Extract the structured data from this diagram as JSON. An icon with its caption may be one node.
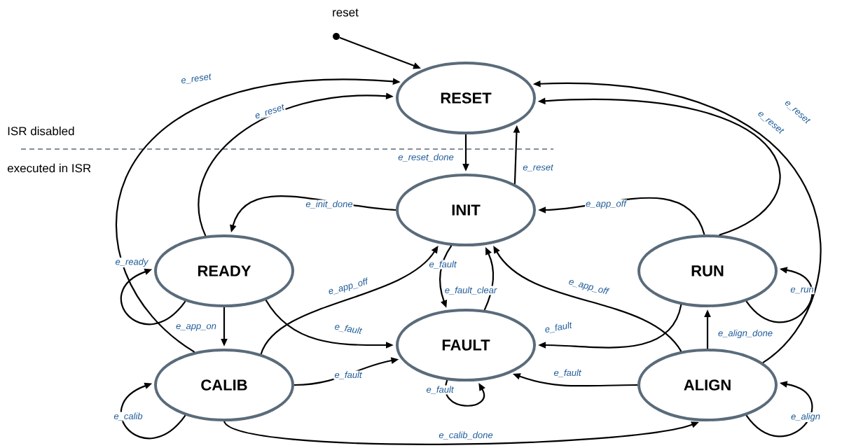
{
  "diagram": {
    "nodes": [
      {
        "text": [],
        "shape": "circle",
        "beside": [
          "reset"
        ]
      },
      {
        "text": [
          "RESET"
        ]
      },
      {
        "text": [
          "INIT"
        ]
      },
      {
        "text": [
          "READY"
        ]
      },
      {
        "text": [
          "RUN"
        ]
      },
      {
        "text": [
          "FAULT"
        ]
      },
      {
        "text": [
          "CALIB"
        ]
      },
      {
        "text": [
          "ALIGN"
        ]
      }
    ],
    "edges": [
      {
        "from": 0,
        "to": 1,
        "arrow": "to"
      },
      {
        "from": 6,
        "to": 1,
        "arrow": "to",
        "label": "e_reset"
      },
      {
        "from": 3,
        "to": 1,
        "arrow": "to",
        "label": "e_reset"
      },
      {
        "from": 1,
        "to": 2,
        "arrow": "to",
        "label": "e_reset_done"
      },
      {
        "from": 2,
        "to": 1,
        "arrow": "to",
        "label": "e_reset"
      },
      {
        "from": 4,
        "to": 1,
        "arrow": "to",
        "label": "e_reset"
      },
      {
        "from": 7,
        "to": 1,
        "arrow": "to",
        "label": "e_reset"
      },
      {
        "from": 2,
        "to": 3,
        "arrow": "to",
        "label": "e_init_done"
      },
      {
        "from": 4,
        "to": 2,
        "arrow": "to",
        "label": "e_app_off"
      },
      {
        "from": 3,
        "to": 3,
        "arrow": "to",
        "label": "e_ready"
      },
      {
        "from": 3,
        "to": 6,
        "arrow": "to",
        "label": "e_app_on"
      },
      {
        "from": 3,
        "to": 5,
        "arrow": "to",
        "label": "e_fault"
      },
      {
        "from": 6,
        "to": 2,
        "arrow": "to",
        "label": "e_app_off"
      },
      {
        "from": 2,
        "to": 5,
        "arrow": "to",
        "label": "e_fault"
      },
      {
        "from": 5,
        "to": 2,
        "arrow": "to",
        "label": "e_fault_clear"
      },
      {
        "from": 7,
        "to": 2,
        "arrow": "to",
        "label": "e_app_off"
      },
      {
        "from": 4,
        "to": 4,
        "arrow": "to",
        "label": "e_run"
      },
      {
        "from": 4,
        "to": 5,
        "arrow": "to",
        "label": "e_fault"
      },
      {
        "from": 7,
        "to": 4,
        "arrow": "to",
        "label": "e_align_done"
      },
      {
        "from": 6,
        "to": 5,
        "arrow": "to",
        "label": "e_fault"
      },
      {
        "from": 5,
        "to": 5,
        "arrow": "to",
        "label": "e_fault"
      },
      {
        "from": 7,
        "to": 5,
        "arrow": "to",
        "label": "e_fault"
      },
      {
        "from": 6,
        "to": 6,
        "arrow": "to",
        "label": "e_calib"
      },
      {
        "from": 7,
        "to": 7,
        "arrow": "to",
        "label": "e_align"
      },
      {
        "from": 6,
        "to": 7,
        "arrow": "to",
        "label": "e_calib_done"
      }
    ],
    "labels": [
      "ISR disabled",
      "executed in ISR"
    ]
  }
}
